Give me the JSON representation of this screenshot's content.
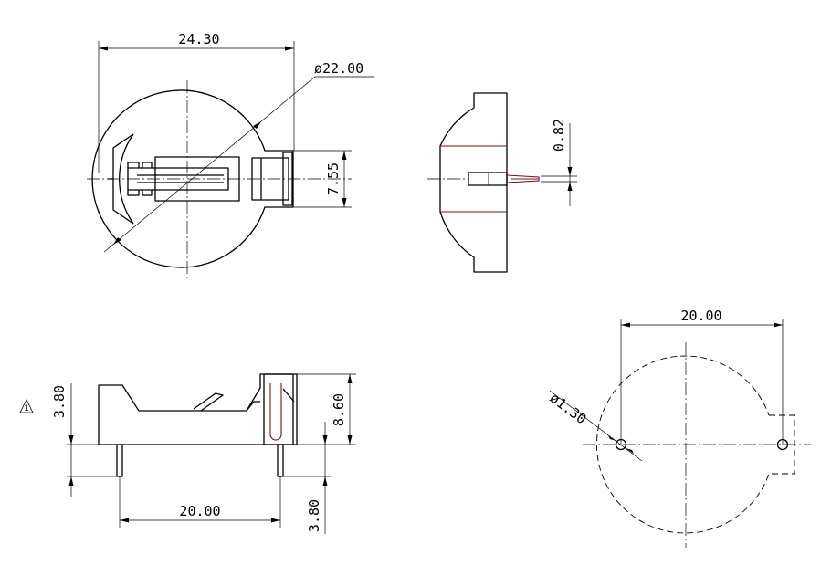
{
  "dimensions": {
    "top_width": "24.30",
    "top_diameter": "ø22.00",
    "top_height": "7.55",
    "side_pin": "0.82",
    "front_low": "3.80",
    "front_height": "8.60",
    "front_pitch": "20.00",
    "front_pin": "3.80",
    "pcb_pitch": "20.00",
    "pcb_hole": "ø1.30"
  },
  "note_flag": "1"
}
